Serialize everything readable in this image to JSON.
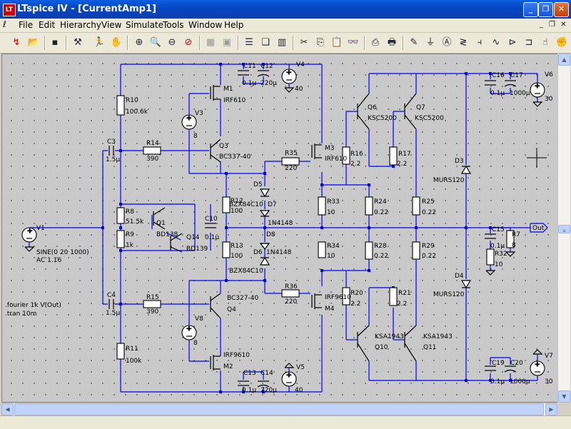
{
  "window": {
    "title": "LTspice IV - [CurrentAmp1]",
    "app_icon_label": "LT"
  },
  "menu": [
    "File",
    "Edit",
    "Hierarchy",
    "View",
    "Simulate",
    "Tools",
    "Window",
    "Help"
  ],
  "toolbar_icons": [
    "run-icon",
    "open-icon",
    "save-icon",
    "control-panel-icon",
    "run-simulation-icon",
    "pan-icon",
    "zoom-in-icon",
    "zoom-area-icon",
    "zoom-out-icon",
    "zoom-cancel-icon",
    "autorange-icon",
    "fit-icon",
    "tile-horizontal-icon",
    "cascade-icon",
    "tile-vertical-icon",
    "cut-icon",
    "copy-icon",
    "paste-icon",
    "find-icon",
    "print-setup-icon",
    "print-icon",
    "draw-wire-icon",
    "ground-icon",
    "label-net-icon",
    "resistor-icon",
    "capacitor-icon",
    "inductor-icon",
    "diode-icon",
    "component-icon",
    "move-icon",
    "drag-icon",
    "undo-icon"
  ],
  "schematic": {
    "labels": {
      "R10": "R10",
      "R10v": "100.6k",
      "R8": "R8",
      "R8v": "51.5k",
      "R9": "R9",
      "R9v": "1k",
      "R11": "R11",
      "R11v": "100k",
      "C3": "C3",
      "C3v": "1.5µ",
      "C4": "C4",
      "C4v": "1.5µ",
      "R14": "R14",
      "R14v": "390",
      "R15": "R15",
      "R15v": "390",
      "V1": "V1",
      "V1a": "SINE(0 20 1000)",
      "V1b": "AC 1.16",
      "dir1": ".fourier 1k V(Out)",
      "dir2": ".tran 10m",
      "V3": "V3",
      "V3v": "8",
      "V8": "V8",
      "V8v": "8",
      "M1": "M1",
      "M1m": "IRF610",
      "M2": "M2",
      "M2m": "IRF9610",
      "M3": "M3",
      "M3m": "IRF610",
      "M4": "M4",
      "M4m": "IRF9610",
      "Q3": "Q3",
      "Q3m": "BC337-40",
      "Q4": "Q4",
      "Q4m": "BC327-40",
      "Q1": "Q1",
      "Q1m": "BD138",
      "Q14": "Q14",
      "Q14m": "BD139",
      "C10": "C10",
      "C10v": "0.1µ",
      "C11": "C11",
      "C11v": "0.1µ",
      "C12": "C12",
      "C12v": "220µ",
      "V4": "V4",
      "V4v": "40",
      "C13": "C13",
      "C13v": "0.1µ",
      "C14": "C14",
      "C14v": "220µ",
      "V5": "V5",
      "V5v": "40",
      "R35": "R35",
      "R35v": "220",
      "R36": "R36",
      "R36v": "220",
      "R12": "R12",
      "R12v": "100",
      "R13": "R13",
      "R13v": "100",
      "D5": "D5",
      "D5m": "BZX84C10",
      "D6": "D6",
      "D6m": "BZX84C10",
      "D7": "D7",
      "D7m": "1N4148",
      "D8": "D8",
      "D8m": "1N4148",
      "R33": "R33",
      "R33v": "10",
      "R34": "R34",
      "R34v": "10",
      "R16": "R16",
      "R16v": "2.2",
      "R17": "R17",
      "R17v": "2.2",
      "R20": "R20",
      "R20v": "2.2",
      "R21": "R21",
      "R21v": "2.2",
      "R24": "R24",
      "R24v": "0.22",
      "R25": "R25",
      "R25v": "0.22",
      "R28": "R28",
      "R28v": "0.22",
      "R29": "R29",
      "R29v": "0.22",
      "Q6": "Q6",
      "Q6m": "KSC5200",
      "Q7": "Q7",
      "Q7m": "KSC5200",
      "Q10": "Q10",
      "Q10m": "KSA1943",
      "Q11": "Q11",
      "Q11m": "KSA1943",
      "D3": "D3",
      "D3m": "MURS120",
      "D4": "D4",
      "D4m": "MURS120",
      "C16": "C16",
      "C16v": "0.1µ",
      "C17": "C17",
      "C17v": "1000µ",
      "V6": "V6",
      "V6v": "30",
      "C19": "C19",
      "C19v": "0.1µ",
      "C20": "C20",
      "C20v": "1000µ",
      "V7": "V7",
      "V7v": "30",
      "C15": "C15",
      "C15v": "0.1µ",
      "R7": "R7",
      "R7v": "8",
      "R32": "R32",
      "R32v": "10",
      "Out": "Out"
    }
  }
}
